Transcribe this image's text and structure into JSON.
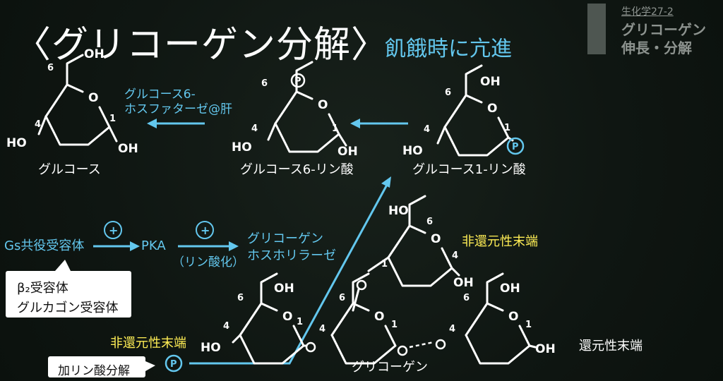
{
  "title": "〈グリコーゲン分解〉",
  "subtitle": "飢餓時に亢進",
  "corner": {
    "code": "生化学27-2",
    "line1": "グリコーゲン",
    "line2": "伸長・分解"
  },
  "molecules": {
    "glucose": "グルコース",
    "g6p": "グルコース6-リン酸",
    "g1p": "グルコース1-リン酸",
    "glycogen": "グリコーゲン"
  },
  "enzymes": {
    "g6pase_line1": "グルコース6-",
    "g6pase_line2": "ホスファターゼ@肝",
    "phosphorylase_line1": "グリコーゲン",
    "phosphorylase_line2": "ホスホリラーゼ"
  },
  "signaling": {
    "gs": "Gs共役受容体",
    "pka": "PKA",
    "pka_note": "（リン酸化）",
    "plus": "+"
  },
  "callout": {
    "line1": "β₂受容体",
    "line2": "グルカゴン受容体"
  },
  "ends": {
    "nonreducing": "非還元性末端",
    "reducing": "還元性末端"
  },
  "phosphorolysis_tag": "加リン酸分解",
  "atoms": {
    "oh": "OH",
    "ho": "HO",
    "o": "O",
    "p": "P"
  },
  "colors": {
    "background": "#0f1612",
    "accent_blue": "#63c7ee",
    "highlight_yellow": "#ffee55",
    "chalk": "#ffffff"
  }
}
